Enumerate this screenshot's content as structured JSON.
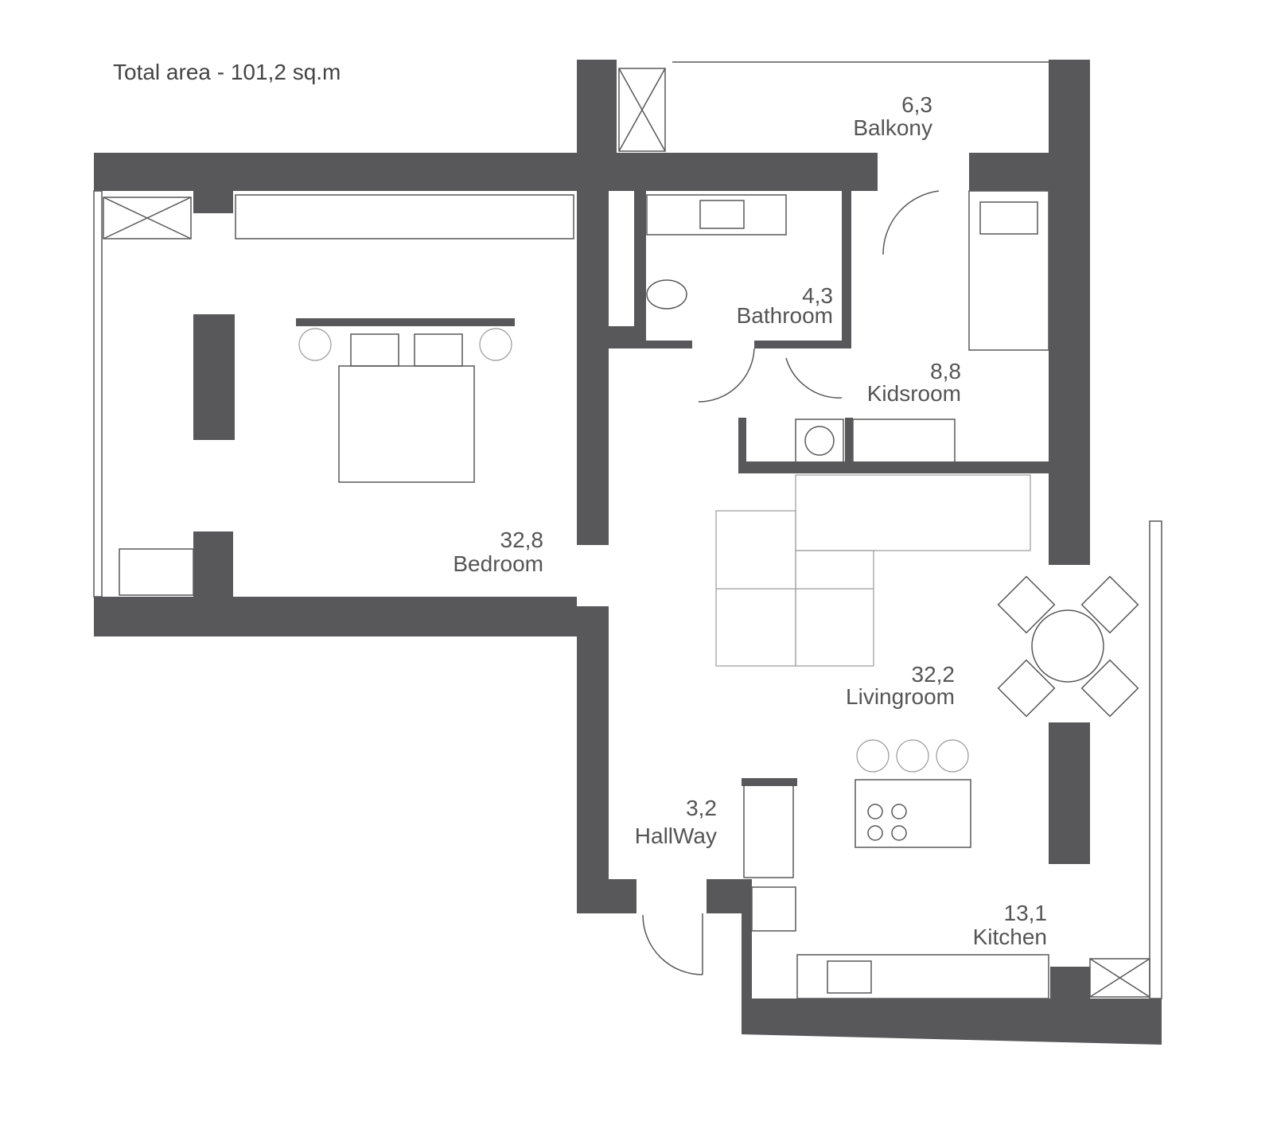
{
  "title": "Total area - 101,2 sq.m",
  "rooms": [
    {
      "name": "Balkony",
      "area": "6,3"
    },
    {
      "name": "Bathroom",
      "area": "4,3"
    },
    {
      "name": "Kidsroom",
      "area": "8,8"
    },
    {
      "name": "Bedroom",
      "area": "32,8"
    },
    {
      "name": "Livingroom",
      "area": "32,2"
    },
    {
      "name": "HallWay",
      "area": "3,2"
    },
    {
      "name": "Kitchen",
      "area": "13,1"
    }
  ],
  "colors": {
    "wall": "#58585a",
    "furniture": "#9a9a9a"
  }
}
